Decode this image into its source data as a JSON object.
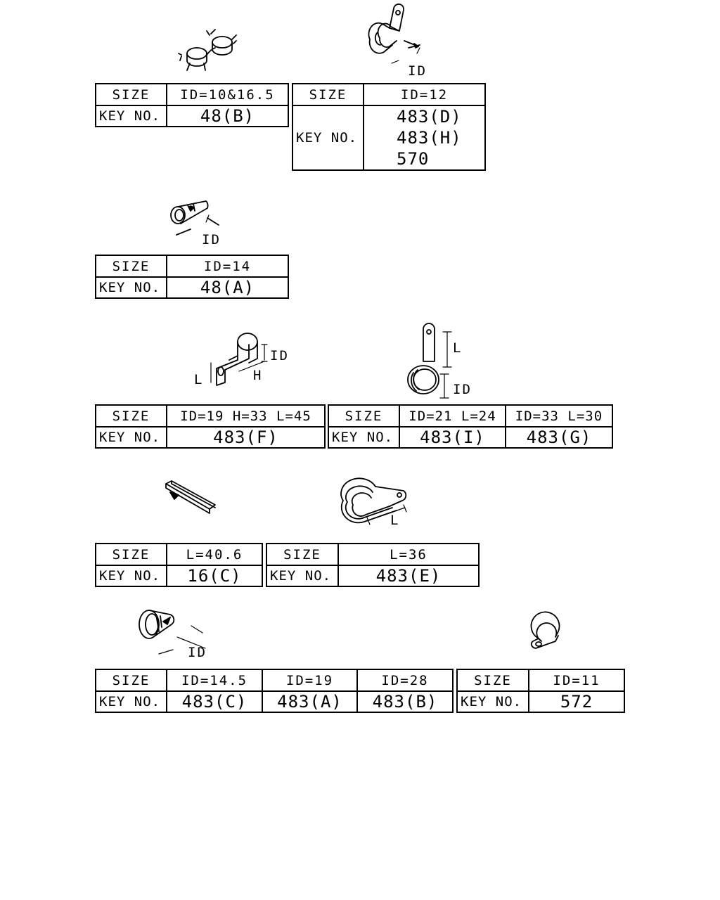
{
  "labels": {
    "size": "SIZE",
    "key_no": "KEY NO."
  },
  "dim_labels": {
    "id": "ID",
    "l": "L",
    "h": "H"
  },
  "tables": [
    {
      "size": "ID=10&16.5",
      "key": "48(B)"
    },
    {
      "size": "ID=12",
      "keys": [
        "483(D)",
        "483(H)",
        "570"
      ]
    },
    {
      "size": "ID=14",
      "key": "48(A)"
    },
    {
      "size": "ID=19 H=33 L=45",
      "key": "483(F)"
    },
    {
      "sizes": [
        "ID=21 L=24",
        "ID=33 L=30"
      ],
      "keys": [
        "483(I)",
        "483(G)"
      ]
    },
    {
      "size": "L=40.6",
      "key": "16(C)"
    },
    {
      "size": "L=36",
      "key": "483(E)"
    },
    {
      "sizes": [
        "ID=14.5",
        "ID=19",
        "ID=28"
      ],
      "keys": [
        "483(C)",
        "483(A)",
        "483(B)"
      ]
    },
    {
      "size": "ID=11",
      "key": "572"
    }
  ]
}
